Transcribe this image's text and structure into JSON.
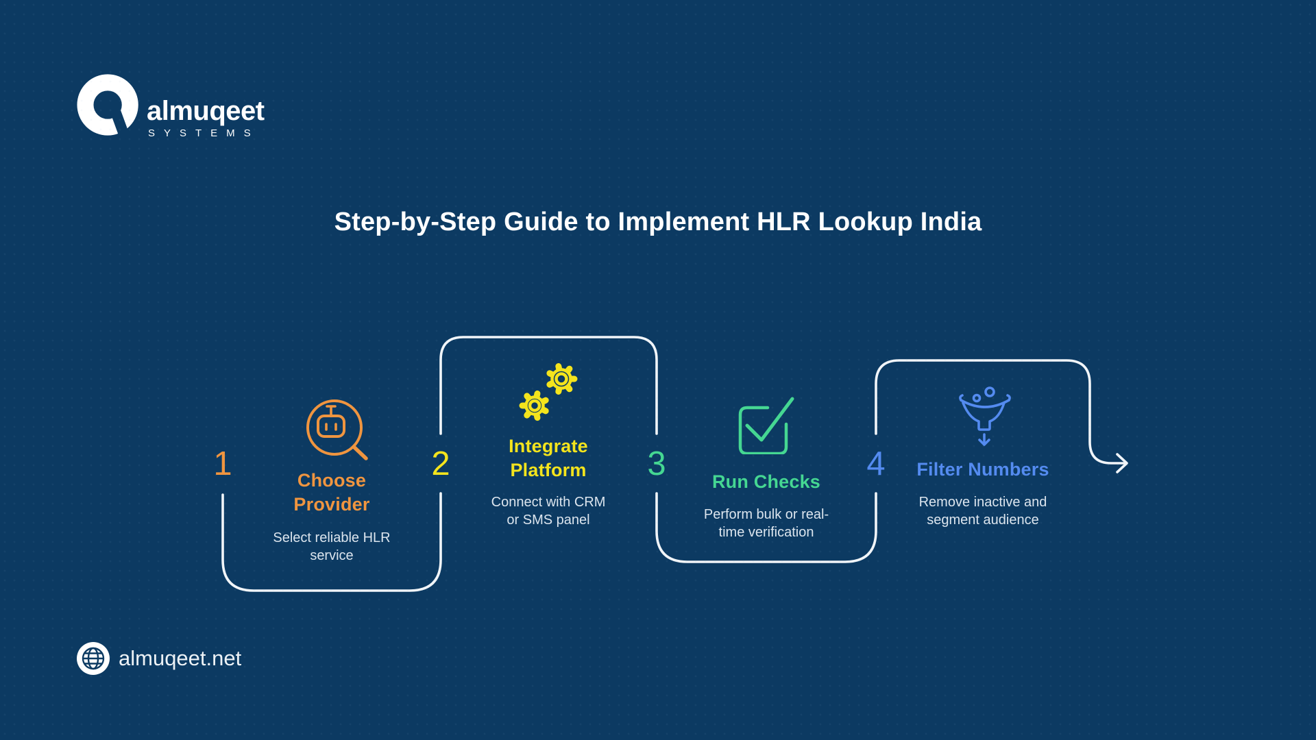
{
  "colors": {
    "background": "#0C3A62",
    "flow_line": "#F1F5F9",
    "title_text": "#FFFFFF",
    "body_text": "#DCE5EE",
    "step_accents": [
      "#F0953F",
      "#F4E41C",
      "#45D792",
      "#548BF0"
    ]
  },
  "logo": {
    "name": "almuqeet",
    "tagline": "SYSTEMS"
  },
  "title": "Step-by-Step Guide to Implement HLR Lookup India",
  "steps": [
    {
      "number": "1",
      "accent": "#F0953F",
      "icon": "search-robot-icon",
      "title": "Choose Provider",
      "title_lines": [
        "Choose",
        "Provider"
      ],
      "description": "Select reliable HLR service",
      "desc_lines": [
        "Select reliable HLR",
        "service"
      ]
    },
    {
      "number": "2",
      "accent": "#F4E41C",
      "icon": "gears-icon",
      "title": "Integrate Platform",
      "title_lines": [
        "Integrate",
        "Platform"
      ],
      "description": "Connect with CRM or SMS panel",
      "desc_lines": [
        "Connect with CRM",
        "or SMS panel"
      ]
    },
    {
      "number": "3",
      "accent": "#45D792",
      "icon": "checkbox-icon",
      "title": "Run Checks",
      "title_lines": [
        "Run Checks"
      ],
      "description": "Perform bulk or real-time verification",
      "desc_lines": [
        "Perform bulk or real-",
        "time verification"
      ]
    },
    {
      "number": "4",
      "accent": "#548BF0",
      "icon": "funnel-icon",
      "title": "Filter Numbers",
      "title_lines": [
        "Filter Numbers"
      ],
      "description": "Remove inactive and segment audience",
      "desc_lines": [
        "Remove inactive and",
        "segment audience"
      ]
    }
  ],
  "footer": {
    "website": "almuqeet.net"
  }
}
